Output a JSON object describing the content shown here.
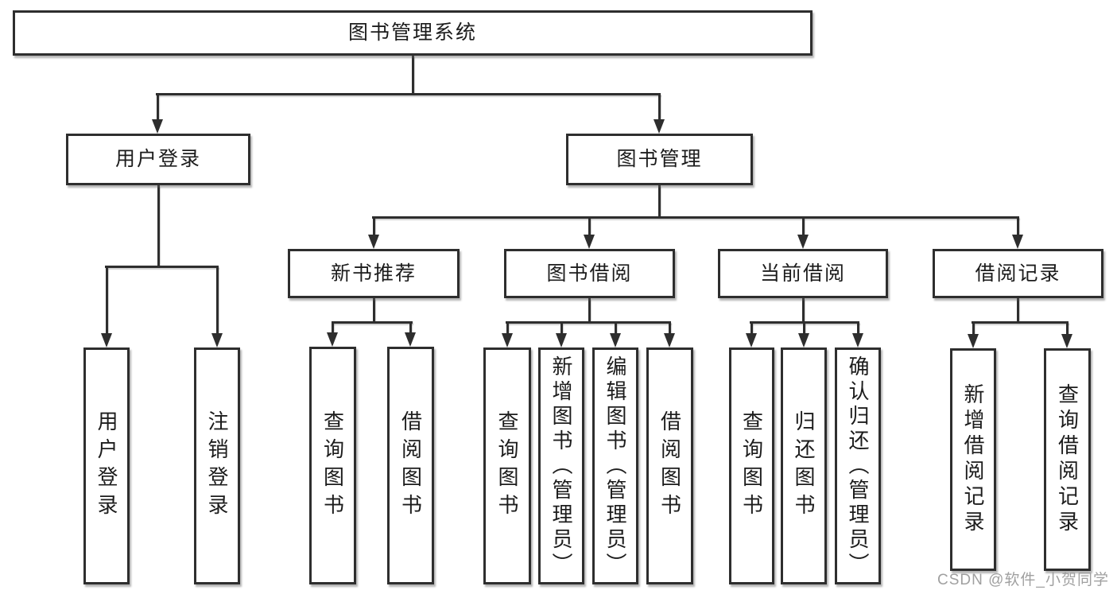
{
  "diagram": {
    "watermark": "CSDN @软件_小贺同学",
    "colors": {
      "line": "#2e2e2e",
      "box_border": "#2e2e2e",
      "box_fill": "#ffffff",
      "text": "#1c1c1c",
      "watermark": "#a0a0a0",
      "background": "#ffffff"
    },
    "tree": {
      "id": "root",
      "label": "图书管理系统",
      "children": [
        {
          "id": "user-login",
          "label": "用户登录",
          "children": [
            {
              "id": "leaf-user-login",
              "label": "用户登录"
            },
            {
              "id": "leaf-logout",
              "label": "注销登录"
            }
          ]
        },
        {
          "id": "book-mgmt",
          "label": "图书管理",
          "children": [
            {
              "id": "new-book-rec",
              "label": "新书推荐",
              "children": [
                {
                  "id": "nbr-query",
                  "label": "查询图书"
                },
                {
                  "id": "nbr-borrow",
                  "label": "借阅图书"
                }
              ]
            },
            {
              "id": "book-borrow",
              "label": "图书借阅",
              "children": [
                {
                  "id": "bb-query",
                  "label": "查询图书"
                },
                {
                  "id": "bb-add",
                  "label": "新增图书（管理员）"
                },
                {
                  "id": "bb-edit",
                  "label": "编辑图书（管理员）"
                },
                {
                  "id": "bb-borrow",
                  "label": "借阅图书"
                }
              ]
            },
            {
              "id": "current-borrow",
              "label": "当前借阅",
              "children": [
                {
                  "id": "cb-query",
                  "label": "查询图书"
                },
                {
                  "id": "cb-return",
                  "label": "归还图书"
                },
                {
                  "id": "cb-confirm",
                  "label": "确认归还（管理员）"
                }
              ]
            },
            {
              "id": "borrow-records",
              "label": "借阅记录",
              "children": [
                {
                  "id": "br-add",
                  "label": "新增借阅记录"
                },
                {
                  "id": "br-query",
                  "label": "查询借阅记录"
                }
              ]
            }
          ]
        }
      ]
    }
  }
}
